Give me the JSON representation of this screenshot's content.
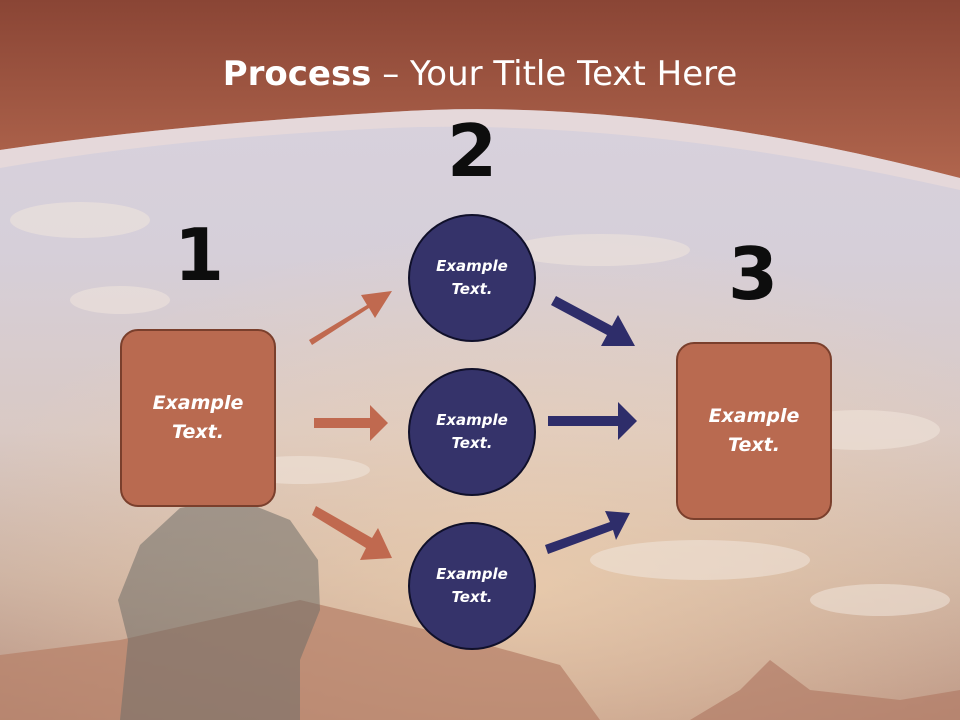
{
  "title": {
    "bold": "Process",
    "rest": " – Your Title Text Here"
  },
  "steps": {
    "one": {
      "number": "1",
      "text": "Example Text."
    },
    "two": {
      "number": "2",
      "circles": [
        "Example Text.",
        "Example Text.",
        "Example Text."
      ]
    },
    "three": {
      "number": "3",
      "text": "Example Text."
    }
  },
  "colors": {
    "header": "#a65a44",
    "box": "#b96a50",
    "circle": "#35336a",
    "arrow_left": "#c0694f",
    "arrow_right": "#2e2d6a"
  }
}
